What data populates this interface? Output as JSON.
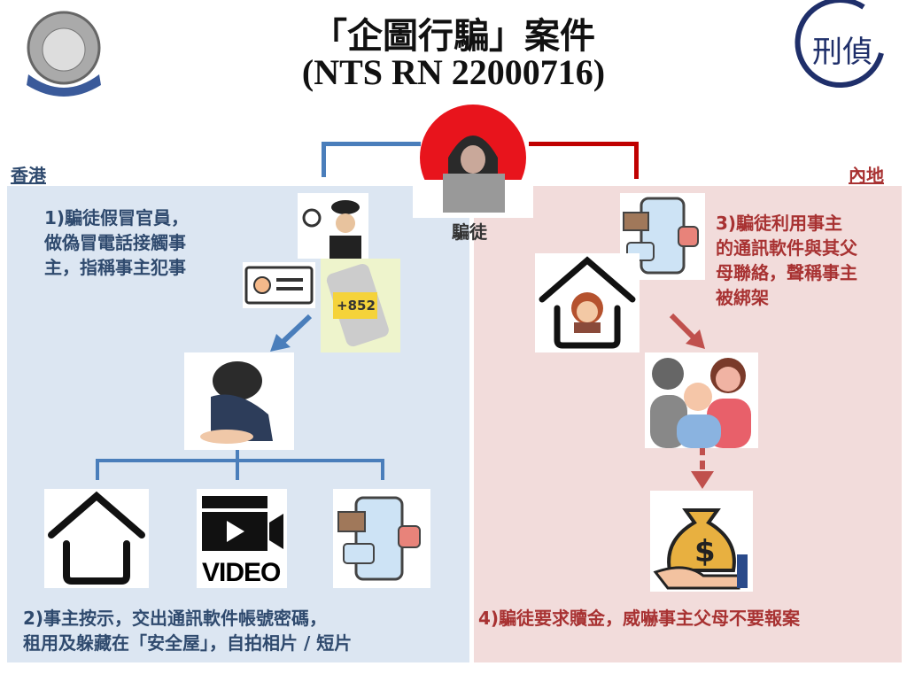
{
  "header": {
    "title": "「企圖行騙」案件",
    "case_no": "(NTS RN 22000716)"
  },
  "logos": {
    "left": "Hong Kong Police badge",
    "right": "刑偵"
  },
  "center": {
    "label": "騙徒"
  },
  "left_panel": {
    "region": "香港",
    "step1": [
      "1)騙徒假冒官員，",
      "做偽冒電話接觸事",
      "主，指稱事主犯事"
    ],
    "phone_badge": "+852",
    "video_label": "VIDEO",
    "step2": [
      "2)事主按示，交出通訊軟件帳號密碼，",
      "租用及躲藏在「安全屋」，自拍相片 / 短片"
    ]
  },
  "right_panel": {
    "region": "內地",
    "step3": [
      "3)騙徒利用事主",
      "的通訊軟件與其父",
      "母聯絡，聲稱事主",
      "被綁架"
    ],
    "step4": "4)騙徒要求贖金，威嚇事主父母不要報案"
  },
  "colors": {
    "left_bg": "#dce6f2",
    "right_bg": "#f2dcdb",
    "left_text": "#2f4a6e",
    "right_text": "#a83232"
  }
}
